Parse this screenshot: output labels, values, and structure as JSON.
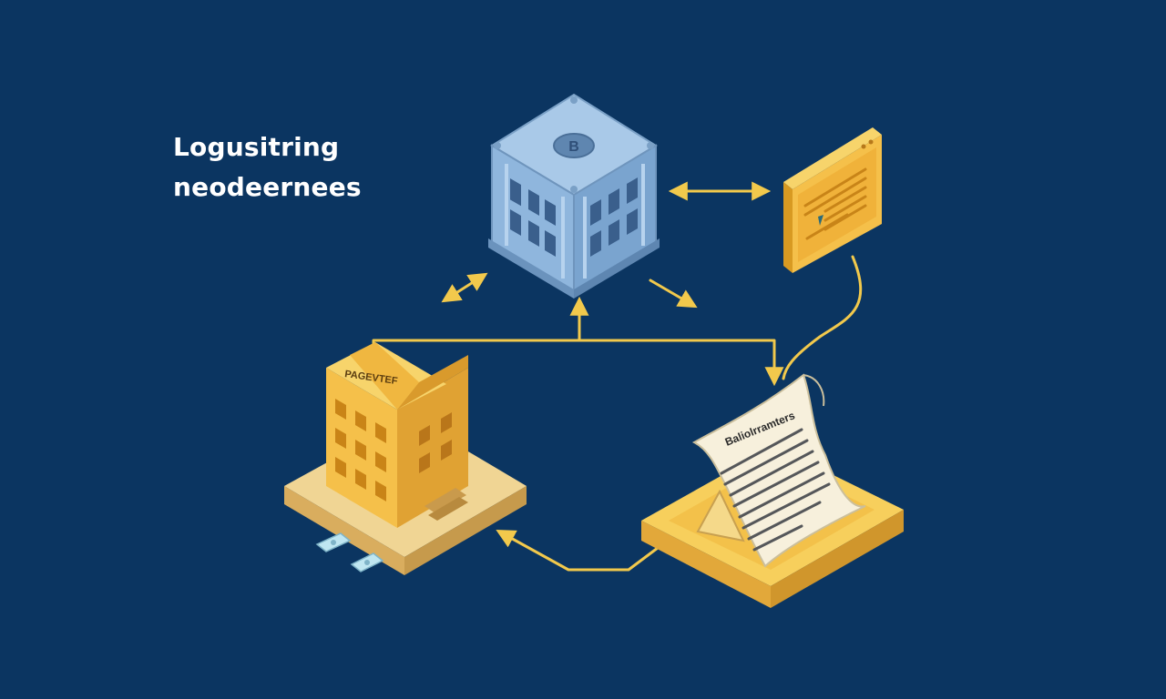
{
  "title": {
    "line1": "Logusitring",
    "line2": "neodeernees"
  },
  "nodes": {
    "bank": {
      "label": "",
      "icon": "bank-vault-icon",
      "emblem_glyph": "B"
    },
    "browser": {
      "label": "",
      "icon": "browser-window-icon"
    },
    "office": {
      "label": "PAGEVTEF",
      "icon": "office-building-icon"
    },
    "document": {
      "label": "Baliolrramters",
      "icon": "document-scroll-icon"
    }
  },
  "colors": {
    "background": "#0b3561",
    "connector": "#f2c94c",
    "bank_blue": "#8fb6dd",
    "building_gold": "#f5c04a",
    "platform_tan": "#e8c57a",
    "paper": "#f7f0dc"
  }
}
